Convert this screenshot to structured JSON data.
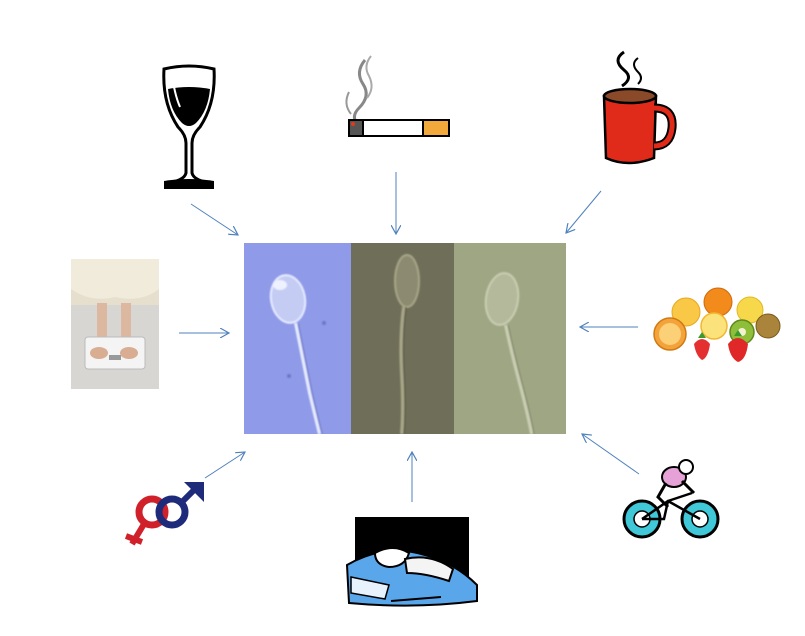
{
  "diagram": {
    "center": {
      "icon": "sperm-microscopy-image",
      "panels": [
        {
          "icon": "sperm-cell",
          "tint": "#8f9ae8"
        },
        {
          "icon": "sperm-cell",
          "tint": "#6f6e58"
        },
        {
          "icon": "sperm-cell",
          "tint": "#9ea684"
        }
      ]
    },
    "factors": [
      {
        "icon": "wine-glass-icon",
        "position": "top-left"
      },
      {
        "icon": "cigarette-icon",
        "position": "top"
      },
      {
        "icon": "coffee-mug-icon",
        "position": "top-right"
      },
      {
        "icon": "weight-scale-icon",
        "position": "left"
      },
      {
        "icon": "fruit-icon",
        "position": "right"
      },
      {
        "icon": "gender-symbols-icon",
        "position": "bottom-left"
      },
      {
        "icon": "sleeping-person-icon",
        "position": "bottom"
      },
      {
        "icon": "cyclist-icon",
        "position": "bottom-right"
      }
    ],
    "colors": {
      "arrow": "#4f81bd",
      "panel_blue": "#8f9ae8",
      "panel_dark": "#6f6e58",
      "panel_green": "#9ea684",
      "mug": "#e02a1a",
      "female_symbol": "#d0202a",
      "male_symbol": "#1e2a7a",
      "bicycle": "#40c8d8"
    }
  }
}
